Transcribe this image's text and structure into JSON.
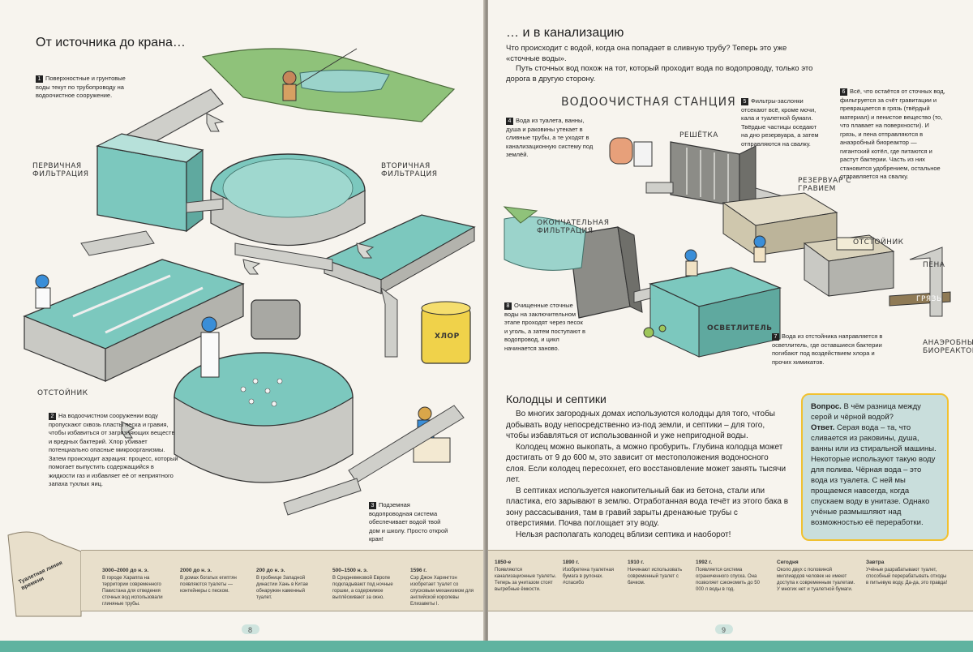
{
  "left": {
    "title": "От источника до крана…",
    "labels": {
      "primary": "первичная фильтрация",
      "secondary": "вторичная фильтрация",
      "settler": "отстойник",
      "chlorine": "хлор"
    },
    "steps": [
      {
        "n": "1",
        "text": "Поверхностные и грунтовые воды текут по трубопроводу на водоочистное сооружение."
      },
      {
        "n": "2",
        "text": "На водоочистном сооружении воду пропускают сквозь пласты песка и гравия, чтобы избавиться от загрязняющих веществ и вредных бактерий. Хлор убивает потенциально опасные микроорганизмы. Затем происходит аэрация: процесс, который помогает выпустить содержащийся в жидкости газ и избавляет её от неприятного запаха тухлых яиц."
      },
      {
        "n": "3",
        "text": "Подземная водопроводная система обеспечивает водой твой дом и школу. Просто открой кран!"
      }
    ],
    "scroll_text": "Туалетная линия времени",
    "timeline": [
      {
        "year": "3000–2000 до н. э.",
        "text": "В городе Хараппа на территории современного Пакистана для отведения сточных вод использовали глиняные трубы."
      },
      {
        "year": "2000 до н. э.",
        "text": "В домах богатых египтян появляются туалеты — контейнеры с песком."
      },
      {
        "year": "200 до н. э.",
        "text": "В гробнице Западной династии Хань в Китае обнаружен каменный туалет."
      },
      {
        "year": "500–1500 н. э.",
        "text": "В Средневековой Европе подкладывают под ночные горшки, а содержимое выплёскивают за окно."
      },
      {
        "year": "1596 г.",
        "text": "Сэр Джон Харингтон изобретает туалет со спусковым механизмом для английской королевы Елизаветы I."
      }
    ],
    "page_number": "8"
  },
  "right": {
    "title": "… и в канализацию",
    "intro": [
      "Что происходит с водой, когда она попадает в сливную трубу? Теперь это уже «сточные воды».",
      "Путь сточных вод похож на тот, который проходит вода по водопроводу, только это дорога в другую сторону."
    ],
    "station_title": "водоочистная станция",
    "labels": {
      "screen": "решётка",
      "gravel": "резервуар с гравием",
      "final": "окончательная фильтрация",
      "settler": "отстойник",
      "foam": "пена",
      "dirt": "грязь",
      "clarifier": "осветлитель",
      "bioreactor": "анаэробный биореактор"
    },
    "steps": [
      {
        "n": "4",
        "text": "Вода из туалета, ванны, душа и раковины утекает в сливные трубы, а те уходят в канализационную систему под землёй."
      },
      {
        "n": "5",
        "text": "Фильтры-заслонки отсекают всё, кроме мочи, кала и туалетной бумаги. Твёрдые частицы оседают на дно резервуара, а затем отправляются на свалку."
      },
      {
        "n": "6",
        "text": "Всё, что остаётся от сточных вод, фильтруется за счёт гравитации и превращается в грязь (твёрдый материал) и пенистое вещество (то, что плавает на поверхности). И грязь, и пена отправляются в анаэробный биореактор — гигантский котёл, где питаются и растут бактерии. Часть из них становится удобрением, остальное отправляется на свалку."
      },
      {
        "n": "7",
        "text": "Вода из отстойника направляется в осветлитель, где оставшиеся бактерии погибают под воздействием хлора и прочих химикатов."
      },
      {
        "n": "8",
        "text": "Очищенные сточные воды на заключительном этапе проходят через песок и уголь, а затем поступают в водопровод, и цикл начинается заново."
      }
    ],
    "wells_title": "Колодцы и септики",
    "wells_paragraphs": [
      "Во многих загородных домах используются колодцы для того, чтобы добывать воду непосредственно из-под земли, и септики – для того, чтобы избавляться от использованной и уже непригодной воды.",
      "Колодец можно выкопать, а можно пробурить. Глубина колодца может достигать от 9 до 600 м, это зависит от местоположения водоносного слоя. Если колодец пересохнет, его восстановление может занять тысячи лет.",
      "В септиках используется накопительный бак из бетона, стали или пластика, его зарывают в землю. Отработанная вода течёт из этого бака в зону рассасывания, там в гравий зарыты дренажные трубы с отверстиями. Почва поглощает эту воду.",
      "Нельзя располагать колодец вблизи септика и наоборот!"
    ],
    "qa": {
      "q_label": "Вопрос.",
      "q_text": "В чём разница между серой и чёрной водой?",
      "a_label": "Ответ.",
      "a_text": "Серая вода – та, что сливается из раковины, душа, ванны или из стиральной машины. Некоторые используют такую воду для полива. Чёрная вода – это вода из туалета. С ней мы прощаемся навсегда, когда спускаем воду в унитазе. Однако учёные размышляют над возможностью её переработки."
    },
    "timeline": [
      {
        "year": "1850-е",
        "text": "Появляются канализационные туалеты. Теперь за унитазом стоят выгребные ёмкости."
      },
      {
        "year": "1890 г.",
        "text": "Изобретена туалетная бумага в рулонах. #спасибо"
      },
      {
        "year": "1910 г.",
        "text": "Начинают использовать современный туалет с бачком."
      },
      {
        "year": "1992 г.",
        "text": "Появляется система ограниченного спуска. Она позволяет сэкономить до 50 000 л воды в год."
      },
      {
        "year": "Сегодня",
        "text": "Около двух с половиной миллиардов человек не имеют доступа к современным туалетам. У многих нет и туалетной бумаги."
      },
      {
        "year": "Завтра",
        "text": "Учёные разрабатывают туалет, способный перерабатывать отходы в питьевую воду. Да-да, это правда!"
      }
    ],
    "page_number": "9"
  },
  "colors": {
    "water": "#7cc8be",
    "concrete": "#c9c9c4",
    "band": "#5fb3a0",
    "box_border": "#f1c12f",
    "box_fill": "#c9dedc"
  }
}
